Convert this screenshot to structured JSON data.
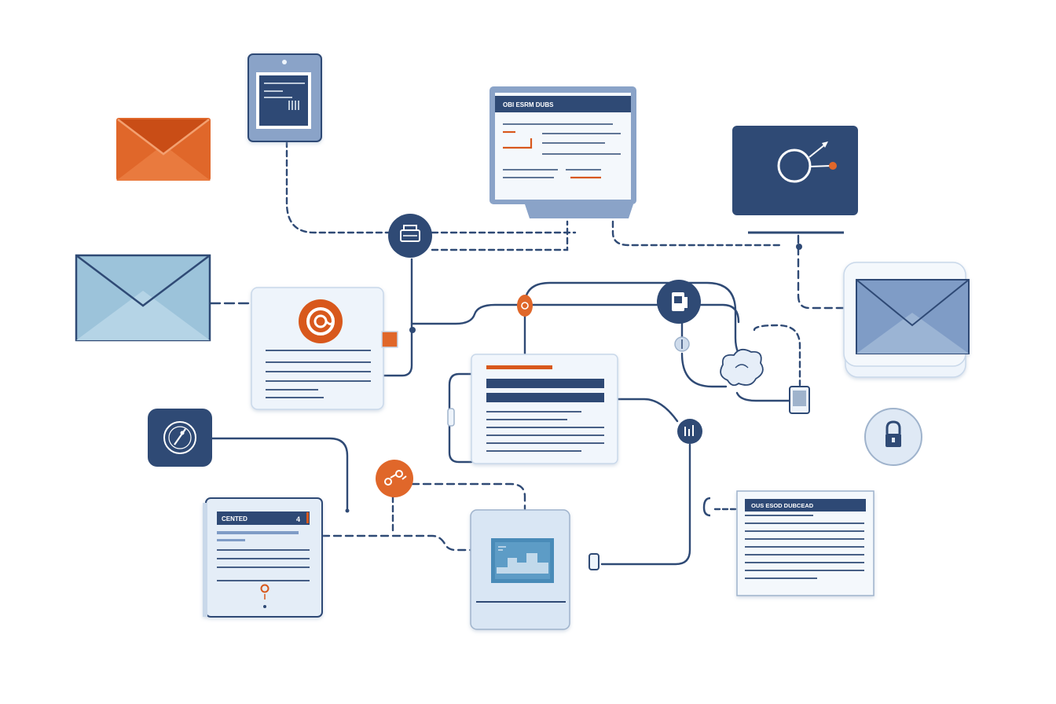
{
  "colors": {
    "navy": "#2f4a75",
    "orange": "#d8581c",
    "light_blue": "#a9c9de",
    "pale": "#eef4fb",
    "steel": "#7f9cc6"
  },
  "labels": {
    "monitor_header": "OBI ESRM DUBS",
    "doc_small_header": "CENTED",
    "doc_small_badge": "4",
    "doc_right_header": "OUS ESOD DUBCEAD"
  },
  "icons": {
    "envelope_orange": "envelope-icon",
    "tablet": "tablet-icon",
    "monitor": "monitor-icon",
    "screen_dark": "target-arrow-icon",
    "envelope_light": "envelope-icon",
    "at_doc": "at-sign-icon",
    "envelope_right": "envelope-icon",
    "hub_top": "printer-icon",
    "hub_mid": "device-icon",
    "orange_node": "hash-icon",
    "bar_node": "bars-icon",
    "cloud": "cloud-icon",
    "phone": "phone-icon",
    "lock": "lock-icon",
    "compass": "compass-icon",
    "small_doc": "document-icon",
    "photo_panel": "image-icon",
    "right_doc": "document-icon",
    "connector": "plug-icon"
  }
}
